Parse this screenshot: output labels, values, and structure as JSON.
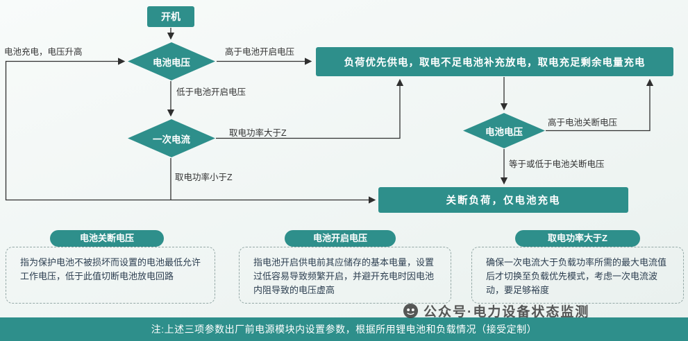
{
  "colors": {
    "teal": "#2e8f8b",
    "line": "#2f2f2f",
    "body_text": "#2c3e50"
  },
  "flowchart": {
    "nodes": {
      "start": "开机",
      "decision_battery_voltage_1": "电池电压",
      "decision_primary_current": "一次电流",
      "decision_battery_voltage_2": "电池电压",
      "process_load_priority": "负荷优先供电，取电不足电池补充放电，取电充足剩余电量充电",
      "process_shutdown_load": "关断负荷，仅电池充电"
    },
    "edge_labels": {
      "battery_charging": "电池充电，电压升高",
      "above_turn_on": "高于电池开启电压",
      "below_turn_on": "低于电池开启电压",
      "power_greater": "取电功率大于Z",
      "power_less": "取电功率小于Z",
      "above_cutoff": "高于电池关断电压",
      "below_cutoff": "等于或低于电池关断电压"
    }
  },
  "cards": [
    {
      "title": "电池关断电压",
      "body": "指为保护电池不被损坏而设置的电池最低允许工作电压，低于此值切断电池放电回路"
    },
    {
      "title": "电池开启电压",
      "body": "指电池开启供电前其应储存的基本电量，设置过低容易导致频繁开启，并避开充电时因电池内阻导致的电压虚高"
    },
    {
      "title": "取电功率大于Z",
      "body": "确保一次电流大于负载功率所需的最大电流值后才切换至负载优先模式，考虑一次电流波动，要足够裕度"
    }
  ],
  "watermark": {
    "label": "公众号·电力设备状态监测"
  },
  "footer": {
    "note": "注:上述三项参数出厂前电源模块内设置参数，根据所用锂电池和负载情况（接受定制）"
  }
}
